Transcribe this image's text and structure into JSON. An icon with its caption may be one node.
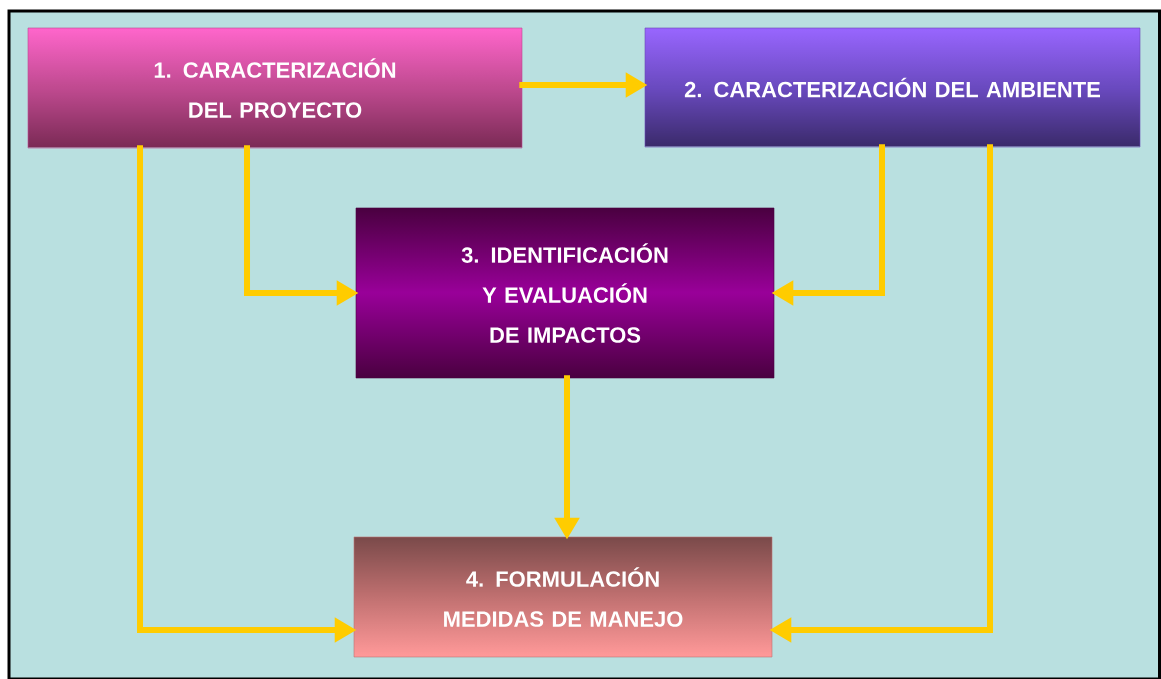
{
  "diagram": {
    "nodes": [
      {
        "text": [
          "1. CARACTERIZACIÓN DEL PROYECTO"
        ]
      },
      {
        "text": [
          "2. CARACTERIZACIÓN DEL AMBIENTE"
        ]
      },
      {
        "text": [
          "3. IDENTIFICACIÓN Y EVALUACIÓN DE IMPACTOS"
        ]
      },
      {
        "text": [
          "4. FORMULACIÓN MEDIDAS DE MANEJO"
        ]
      }
    ],
    "edges": [
      {
        "from": 0,
        "to": 1,
        "arrow": "to"
      },
      {
        "from": 0,
        "to": 2,
        "arrow": "to"
      },
      {
        "from": 1,
        "to": 2,
        "arrow": "to"
      },
      {
        "from": 2,
        "to": 3,
        "arrow": "to"
      },
      {
        "from": 0,
        "to": 3,
        "arrow": "to"
      },
      {
        "from": 1,
        "to": 3,
        "arrow": "to"
      }
    ]
  }
}
